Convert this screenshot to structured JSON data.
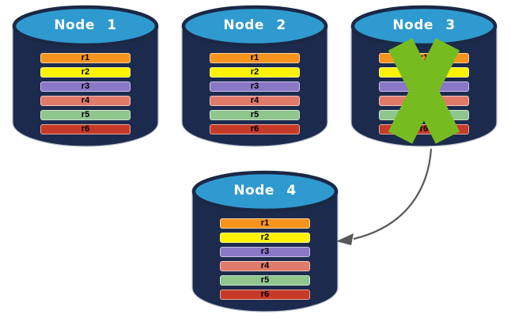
{
  "diagram": {
    "title": "replicated-database-nodes",
    "nodes": [
      {
        "label": "Node 1",
        "failed": false
      },
      {
        "label": "Node 2",
        "failed": false
      },
      {
        "label": "Node 3",
        "failed": true
      },
      {
        "label": "Node 4",
        "failed": false
      }
    ],
    "records": [
      {
        "label": "r1",
        "color": "#F7941D"
      },
      {
        "label": "r2",
        "color": "#FDF200"
      },
      {
        "label": "r3",
        "color": "#8A78C6"
      },
      {
        "label": "r4",
        "color": "#E07A6B"
      },
      {
        "label": "r5",
        "color": "#8FC68E"
      },
      {
        "label": "r6",
        "color": "#C63B28"
      }
    ],
    "colors": {
      "cylinder_body": "#1C2B4D",
      "cylinder_top": "#2F9AD0",
      "cylinder_outline": "#1A2845",
      "failure_x": "#76BC21",
      "arrow": "#595959"
    },
    "arrow": {
      "from": "Node 3",
      "to": "Node 4"
    }
  }
}
